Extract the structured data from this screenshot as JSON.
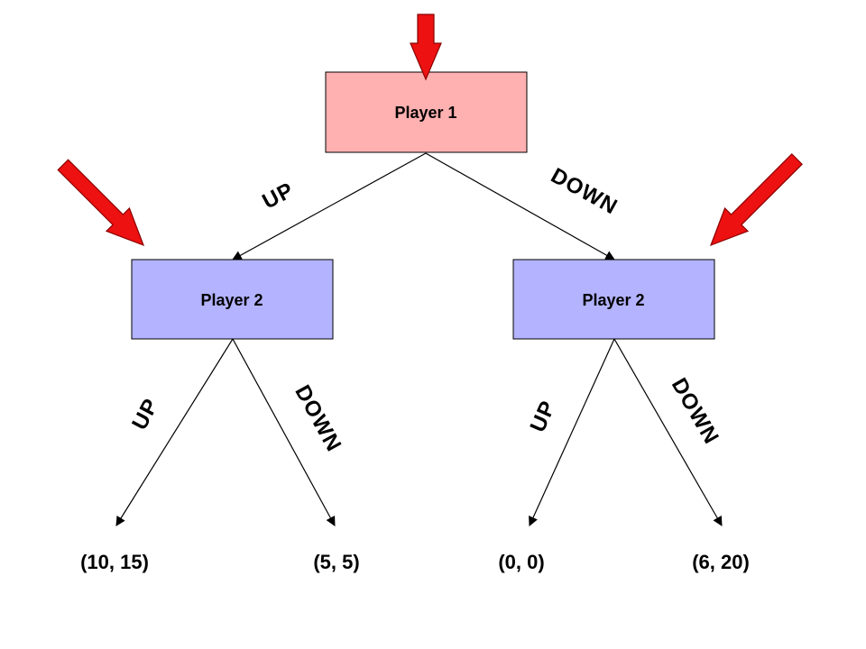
{
  "colors": {
    "player1_fill": "#ffb0b0",
    "player2_fill": "#b3b3ff",
    "arrow_fill": "#ee1111",
    "edge": "#000000"
  },
  "nodes": {
    "root": {
      "label": "Player 1"
    },
    "left": {
      "label": "Player 2"
    },
    "right": {
      "label": "Player 2"
    }
  },
  "branches": {
    "root_up": "UP",
    "root_down": "DOWN",
    "left_up": "UP",
    "left_down": "DOWN",
    "right_up": "UP",
    "right_down": "DOWN"
  },
  "payoffs": [
    "(10, 15)",
    "(5, 5)",
    "(0, 0)",
    "(6, 20)"
  ],
  "indicator_arrows": [
    "pointer-root",
    "pointer-left",
    "pointer-right"
  ]
}
